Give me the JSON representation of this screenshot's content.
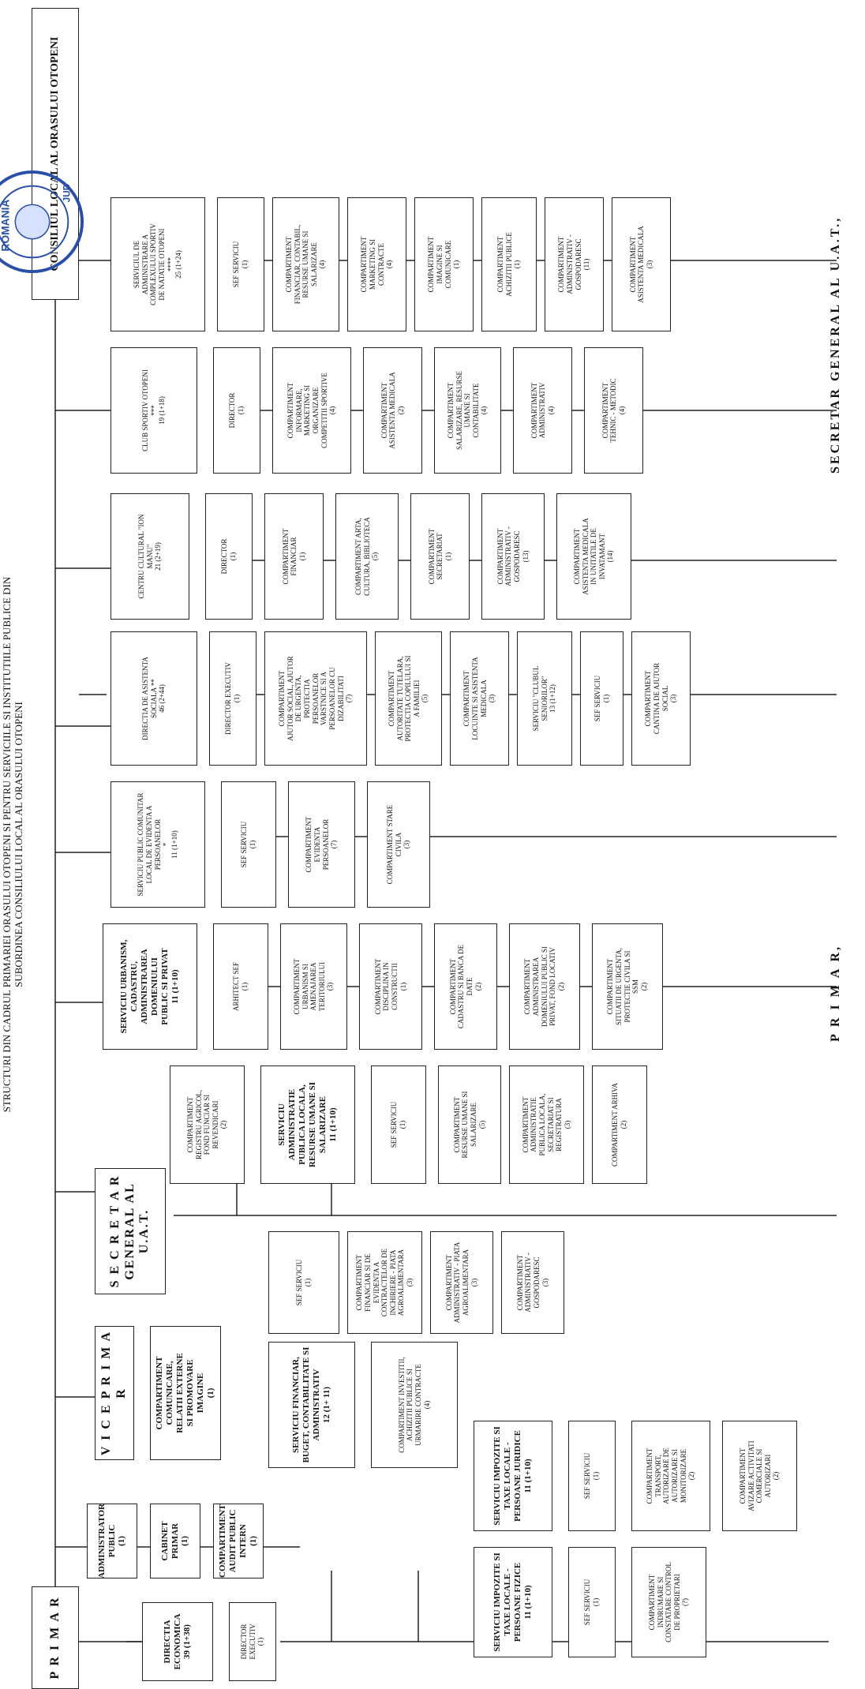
{
  "header": {
    "line1": "STRUCTURI DIN CADRUL PRIMARIEI ORASULUI OTOPENI SI PENTRU SERVICIILE SI INSTITUTIILE PUBLICE DIN",
    "line2": "SUBORDINEA CONSILIULUI LOCAL AL ORASULUI OTOPENI"
  },
  "top": {
    "primar": "P R I M A R",
    "consiliu": "CONSILIUL LOCAL AL ORASULUI OTOPENI"
  },
  "col1": {
    "administrator": [
      "ADMINISTRATOR",
      "PUBLIC",
      "(1)"
    ],
    "cabinet": [
      "CABINET PRIMAR",
      "(1)"
    ],
    "audit": [
      "COMPARTIMENT",
      "AUDIT PUBLIC",
      "INTERN",
      "(1)"
    ]
  },
  "viceprimar": "V I C E P R I M A R",
  "comunicare": [
    "COMPARTIMENT",
    "COMUNICARE,",
    "RELATII EXTERNE",
    "SI PROMOVARE",
    "IMAGINE",
    "(1)"
  ],
  "secretar": [
    "S E C R E T A R",
    "GENERAL AL",
    "U.A.T."
  ],
  "directia_economica": {
    "title": [
      "DIRECTIA",
      "ECONOMICA",
      "39 (1+38)"
    ],
    "director": [
      "DIRECTOR EXECUTIV",
      "(1)"
    ],
    "financiar": [
      "SERVICIU FINANCIAR,",
      "BUGET, CONTABILITATE SI",
      "ADMINISTRATIV",
      "12 (1+ 11)"
    ],
    "financiar_children": [
      [
        "SEF SERVICIU",
        "(1)"
      ],
      [
        "COMPARTIMENT",
        "FINANCIAR SI DE",
        "EVIDENTA A",
        "CONTRACTELOR DE",
        "INCHIRIERE - PIATA",
        "AGROALIMENTARA",
        "(3)"
      ],
      [
        "COMPARTIMENT",
        "ADMINISTRATIV - PIATA",
        "AGROALIMENTARA",
        "(3)"
      ],
      [
        "COMPARTIMENT",
        "ADMINISTRATIV -",
        "GOSPODARESC",
        "(3)"
      ]
    ],
    "investitii": [
      "COMPARTIMENT INVESTITII,",
      "ACHIZITII PUBLICE SI",
      "URMARIRE CONTRACTE",
      "(4)"
    ],
    "pf": [
      "SERVICIU IMPOZITE SI",
      "TAXE LOCALE -",
      "PERSOANE FIZICE",
      "11 (1+10)"
    ],
    "pf_children": [
      [
        "SEF SERVICIU",
        "(1)"
      ],
      [
        "COMPARTIMENT",
        "INDRUMARE SI",
        "CONSTATARE CONTROL",
        "DE PROPRIETARI",
        "(?)"
      ]
    ],
    "pj": [
      "SERVICIU IMPOZITE SI",
      "TAXE LOCALE -",
      "PERSOANE JURIDICE",
      "11 (1+10)"
    ],
    "pj_children": [
      [
        "SEF SERVICIU",
        "(1)"
      ],
      [
        "COMPARTIMENT",
        "TRANSPORT,",
        "AUTORIZARE DE",
        "AUTORIZARE SI",
        "MONITORIZARE",
        "(2)"
      ],
      [
        "COMPARTIMENT",
        "AVIZARE ACTIVITATI",
        "COMERCIALE SI",
        "AUTORIZARI",
        "(2)"
      ]
    ]
  },
  "secretar_children": {
    "registru": [
      "COMPARTIMENT",
      "REGISTRU AGRICOL,",
      "FOND FUNCIAR SI",
      "REVENDICARI",
      "(2)"
    ],
    "admin_publica": [
      "SERVICIU",
      "ADMINISTRATIE",
      "PUBLICA LOCALA,",
      "RESURSE UMANE SI",
      "SALARIZARE",
      "11 (1+10)"
    ],
    "admin_children": [
      [
        "SEF SERVICIU",
        "(1)"
      ],
      [
        "COMPARTIMENT",
        "RESURSE UMANE SI",
        "SALARIZARE",
        "(5)"
      ],
      [
        "COMPARTIMENT",
        "ADMINISTRATIE",
        "PUBLICA LOCALA,",
        "SECRETARIAT SI",
        "REGISTRATURA",
        "(3)"
      ],
      [
        "COMPARTIMENT ARHIVA",
        "(2)"
      ]
    ]
  },
  "urbanism": {
    "title": [
      "SERVICIU URBANISM, CADASTRU,",
      "ADMINISTRAREA DOMENIULUI",
      "PUBLIC SI PRIVAT",
      "11 (1+10)"
    ],
    "children": [
      [
        "ARHITECT SEF",
        "(1)"
      ],
      [
        "COMPARTIMENT",
        "URBANISM SI",
        "AMENAJAREA",
        "TERITORIULUI",
        "(3)"
      ],
      [
        "COMPARTIMENT",
        "DISCIPLINA IN",
        "CONSTRUCTII",
        "(1)"
      ],
      [
        "COMPARTIMENT",
        "CADASTRU SI BANCA DE",
        "DATE",
        "(2)"
      ],
      [
        "COMPARTIMENT",
        "ADMINISTRAREA",
        "DOMENIULUI PUBLIC SI",
        "PRIVAT, FOND LOCATIV",
        "(2)"
      ],
      [
        "COMPARTIMENT",
        "SITUATII DE URGENTA,",
        "PROTECTIE CIVILA SI",
        "SSM",
        "(2)"
      ]
    ]
  },
  "evidenta": {
    "title": [
      "SERVICIU PUBLIC COMUNITAR",
      "LOCAL DE EVIDENTA A",
      "PERSOANELOR",
      "*",
      "11 (1+10)"
    ],
    "children": [
      [
        "SEF SERVICIU",
        "(1)"
      ],
      [
        "COMPARTIMENT",
        "EVIDENTA",
        "PERSOANELOR",
        "(7)"
      ],
      [
        "COMPARTIMENT STARE",
        "CIVILA",
        "(3)"
      ]
    ]
  },
  "asistenta": {
    "title": [
      "DIRECTIA DE ASISTENTA",
      "SOCIALA **",
      "46 (2+44)"
    ],
    "children": [
      [
        "DIRECTOR EXECUTIV",
        "(1)"
      ],
      [
        "COMPARTIMENT",
        "AJUTOR SOCIAL, AJUTOR",
        "DE URGENTA,",
        "PROTECTIA",
        "PERSOANELOR",
        "VARSTNICE SI A",
        "PERSOANELOR CU",
        "DIZABILITATI",
        "(7)"
      ],
      [
        "COMPARTIMENT",
        "AUTORITATE TUTELARA,",
        "PROTECTIA COPILULUI SI",
        "A FAMILIEI",
        "(5)"
      ],
      [
        "COMPARTIMENT",
        "LOCUINTE SI ASISTENTA",
        "MEDICALA",
        "(3)"
      ],
      [
        "SERVICIU \"CLUBUL",
        "SENIORILOR\"",
        "13 (1+12)"
      ],
      [
        "SEF SERVICIU",
        "(1)"
      ],
      [
        "COMPARTIMENT",
        "CANTINA DE AJUTOR",
        "SOCIAL",
        "(3)"
      ]
    ]
  },
  "cultural": {
    "title": [
      "CENTRU CULTURAL \"ION",
      "MANU\"",
      "21 (2+19)"
    ],
    "children": [
      [
        "DIRECTOR",
        "(1)"
      ],
      [
        "COMPARTIMENT",
        "FINANCIAR",
        "(1)"
      ],
      [
        "COMPARTIMENT ARTA,",
        "CULTURA, BIBLIOTECA",
        "(5)"
      ],
      [
        "COMPARTIMENT",
        "SECRETARIAT",
        "(1)"
      ],
      [
        "COMPARTIMENT",
        "ADMINISTRATIV -",
        "GOSPODARESC",
        "(13)"
      ],
      [
        "COMPARTIMENT",
        "ASISTENTA MEDICALA",
        "IN UNITATILE DE",
        "INVATAMANT",
        "(14)"
      ]
    ]
  },
  "club": {
    "title": [
      "CLUB SPORTIV OTOPENI",
      "***",
      "19 (1+18)"
    ],
    "children": [
      [
        "DIRECTOR",
        "(1)"
      ],
      [
        "COMPARTIMENT",
        "INFORMARE,",
        "MARKETING SI",
        "ORGANIZARE",
        "COMPETITII SPORTIVE",
        "(4)"
      ],
      [
        "COMPARTIMENT",
        "ASISTENTA MEDICALA",
        "(2)"
      ],
      [
        "COMPARTIMENT",
        "SALARIZARE, RESURSE",
        "UMANE SI",
        "CONTABILITATE",
        "(4)"
      ],
      [
        "COMPARTIMENT",
        "ADMINISTRATIV",
        "(4)"
      ],
      [
        "COMPARTIMENT",
        "TEHNIC - METODIC",
        "(4)"
      ]
    ]
  },
  "natatie": {
    "title": [
      "SERVICIUL DE",
      "ADMINISTRARE A",
      "COMPLEXULUI SPORTIV",
      "DE NATATIE OTOPENI",
      "****",
      "25 (1+24)"
    ],
    "children": [
      [
        "SEF SERVICIU",
        "(1)"
      ],
      [
        "COMPARTIMENT",
        "FINANCIAR, CONTABIL,",
        "RESURSE UMANE SI",
        "SALARIZARE",
        "(4)"
      ],
      [
        "COMPARTIMENT",
        "MARKETING SI",
        "CONTRACTE",
        "(4)"
      ],
      [
        "COMPARTIMENT",
        "IMAGINE SI",
        "COMUNICARE",
        "(1)"
      ],
      [
        "COMPARTIMENT",
        "ACHIZITII PUBLICE",
        "(1)"
      ],
      [
        "COMPARTIMENT",
        "ADMINISTRATIV -",
        "GOSPODARESC",
        "(11)"
      ],
      [
        "COMPARTIMENT",
        "ASISTENTA MEDICALA",
        "(3)"
      ]
    ]
  },
  "signatures": {
    "primar": "P R I M A R,",
    "secretar": "SECRETAR GENERAL AL U.A.T.,"
  },
  "stamp": {
    "top_text": "ROMANIA",
    "bottom_text": "JUD"
  }
}
